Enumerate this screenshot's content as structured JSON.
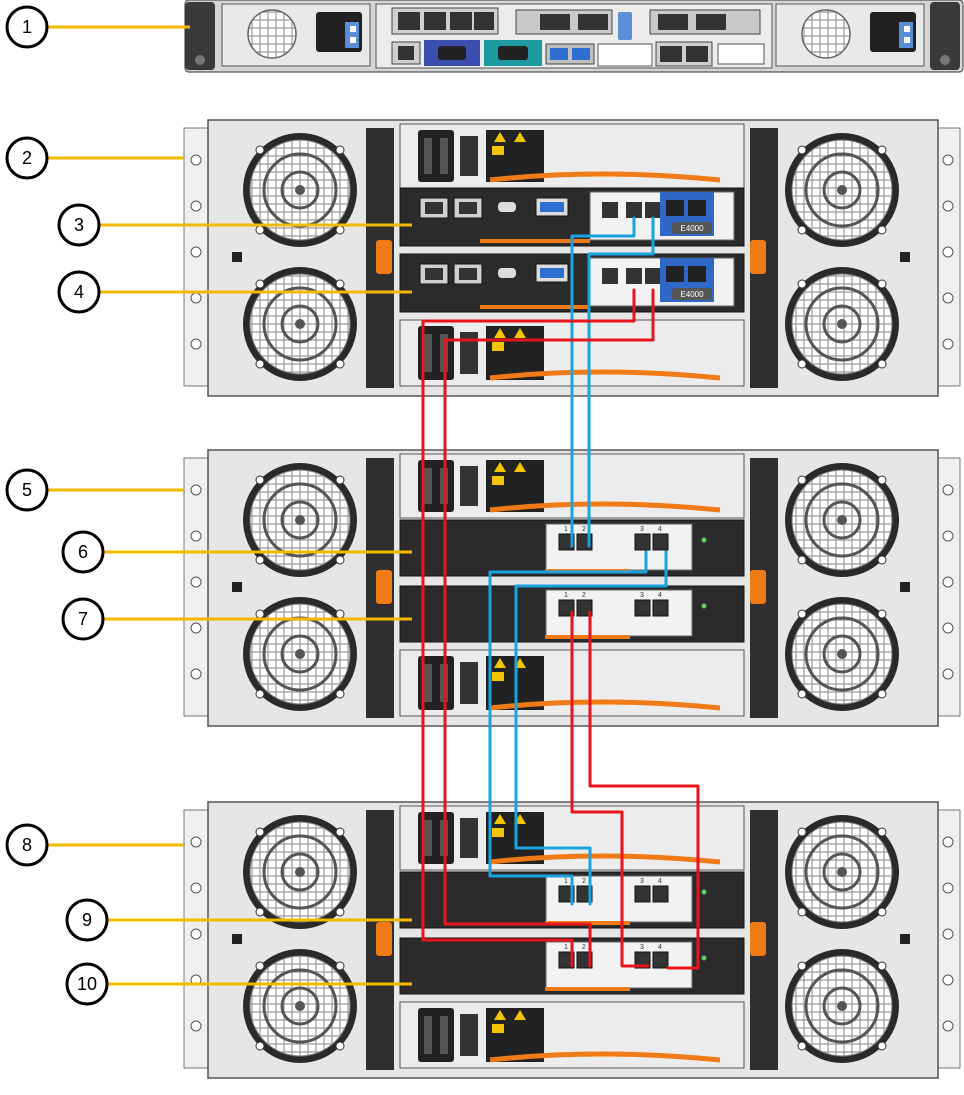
{
  "callouts": [
    {
      "number": "1",
      "target": "compute-controller"
    },
    {
      "number": "2",
      "target": "storage-controller-shelf"
    },
    {
      "number": "3",
      "target": "controller-a"
    },
    {
      "number": "4",
      "target": "controller-b"
    },
    {
      "number": "5",
      "target": "expansion-shelf-1"
    },
    {
      "number": "6",
      "target": "shelf-1-iom-a"
    },
    {
      "number": "7",
      "target": "shelf-1-iom-b"
    },
    {
      "number": "8",
      "target": "expansion-shelf-2"
    },
    {
      "number": "9",
      "target": "shelf-2-iom-a"
    },
    {
      "number": "10",
      "target": "shelf-2-iom-b"
    }
  ],
  "controllers": {
    "a_model_label": "E4000",
    "b_model_label": "E4000"
  },
  "iom_port_labels": [
    "1",
    "2",
    "3",
    "4"
  ],
  "colors": {
    "callout_line": "#f5b800",
    "cable_blue": "#1aa3e0",
    "cable_red": "#e8141c",
    "chassis_gray": "#e6e6e6",
    "module_dark": "#2b2b2b",
    "handle_orange": "#f07a16"
  },
  "cabling": {
    "blue": [
      {
        "from": "controller-a",
        "to": "shelf-1-iom-a"
      },
      {
        "from": "shelf-1-iom-a",
        "to": "shelf-2-iom-a"
      }
    ],
    "red": [
      {
        "from": "controller-b",
        "to": "shelf-2-iom-b"
      },
      {
        "from": "shelf-1-iom-b",
        "to": "shelf-2-iom-b"
      }
    ]
  }
}
